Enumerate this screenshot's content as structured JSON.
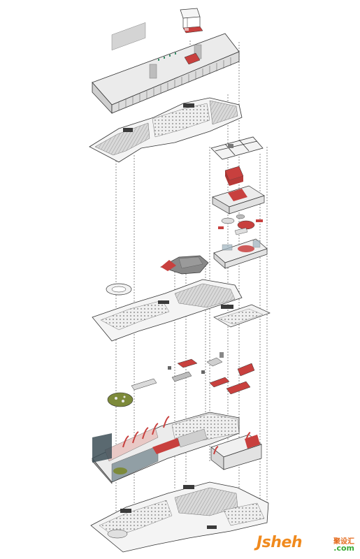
{
  "watermark": {
    "main": "Jsheh",
    "side": "聚设汇",
    "com": ".com"
  },
  "colors": {
    "accent": "#c8403e",
    "line": "#2a2a2a",
    "floor": "#e3e3e3",
    "dark": "#4a4a4a",
    "green": "#7d8a3a"
  }
}
